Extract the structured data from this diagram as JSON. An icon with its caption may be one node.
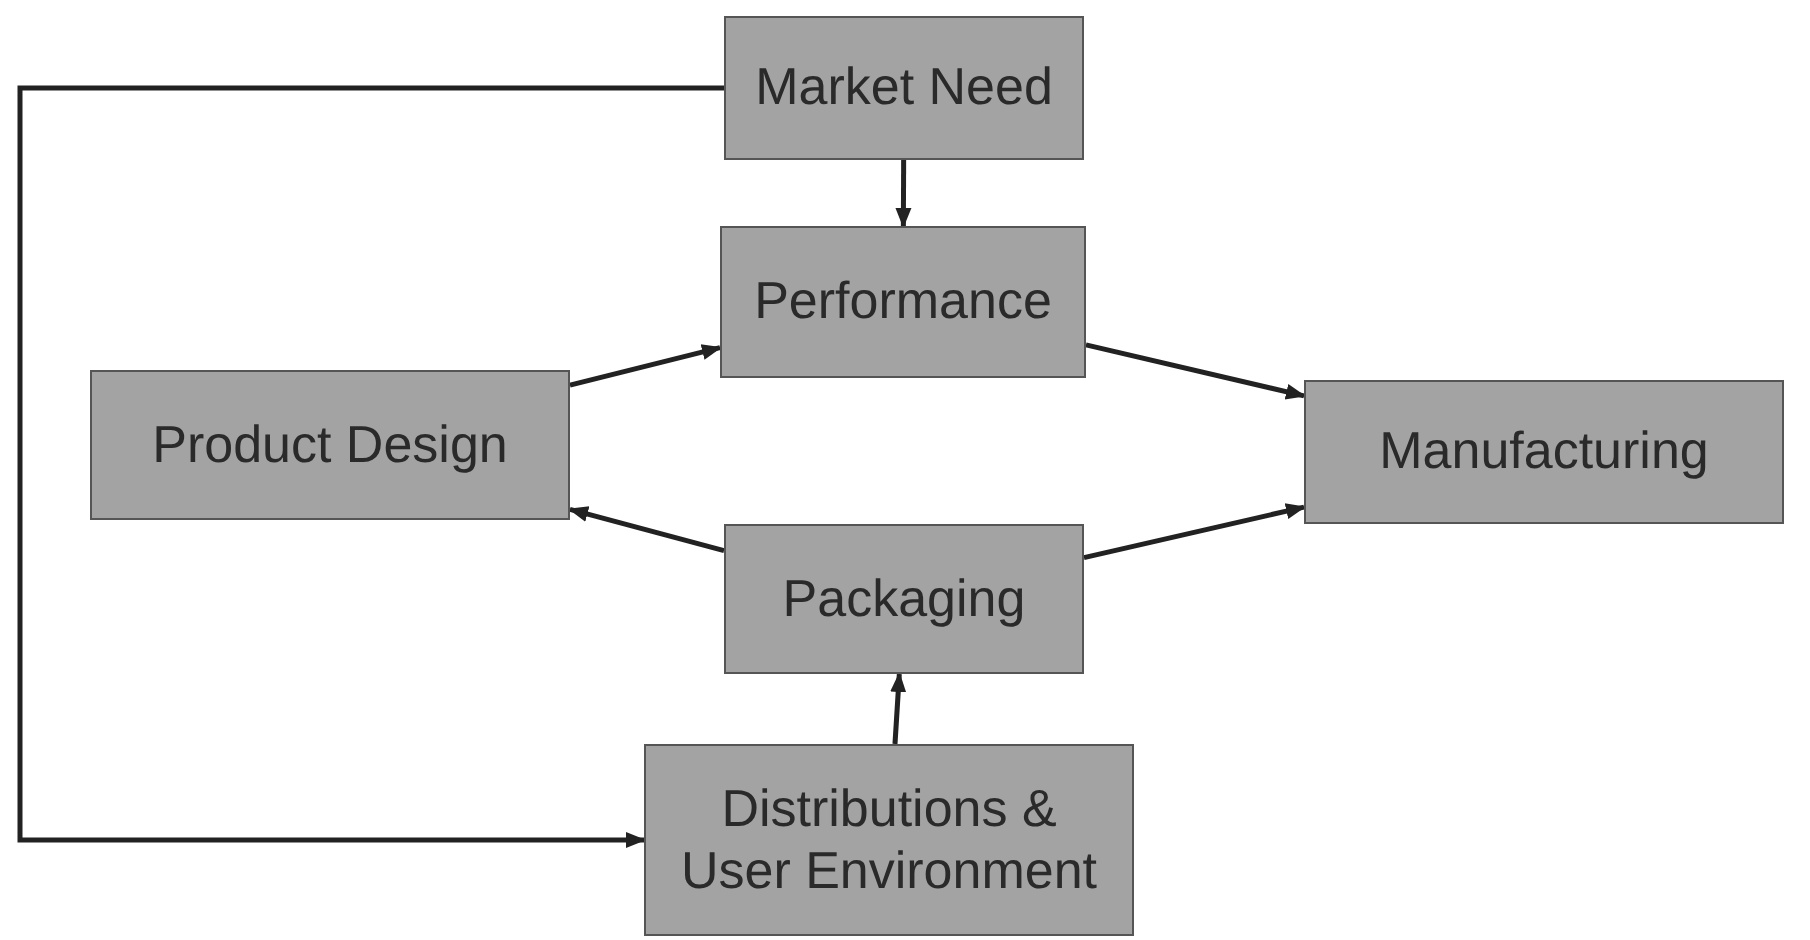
{
  "diagram": {
    "nodes": [
      {
        "text": [
          "Market Need"
        ]
      },
      {
        "text": [
          "Performance"
        ]
      },
      {
        "text": [
          "Product Design"
        ]
      },
      {
        "text": [
          "Manufacturing"
        ]
      },
      {
        "text": [
          "Packaging"
        ]
      },
      {
        "text": [
          "Distributions & User Environment"
        ]
      }
    ],
    "edges": [
      {
        "from": 0,
        "to": 1,
        "arrow": "to"
      },
      {
        "from": 2,
        "to": 1,
        "arrow": "to"
      },
      {
        "from": 1,
        "to": 3,
        "arrow": "to"
      },
      {
        "from": 4,
        "to": 2,
        "arrow": "to"
      },
      {
        "from": 4,
        "to": 3,
        "arrow": "to"
      },
      {
        "from": 5,
        "to": 4,
        "arrow": "to"
      },
      {
        "from": 0,
        "to": 5,
        "arrow": "to"
      }
    ]
  }
}
